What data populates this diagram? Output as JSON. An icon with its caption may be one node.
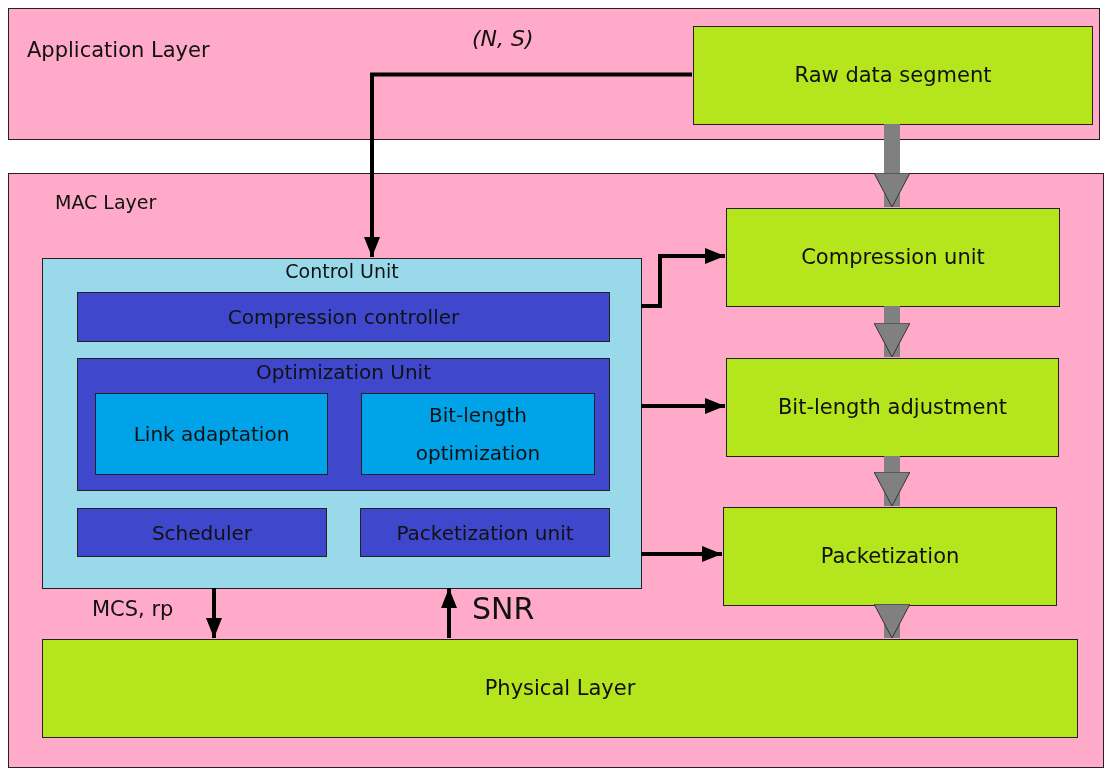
{
  "diagram": {
    "nodes": [
      {
        "text": [
          "Application Layer"
        ]
      },
      {
        "text": [
          "Raw data segment"
        ],
        "in": 0
      },
      {
        "text": [
          "MAC Layer"
        ]
      },
      {
        "text": [
          "Control Unit"
        ],
        "in": 2
      },
      {
        "text": [
          "Compression controller"
        ],
        "in": 3
      },
      {
        "text": [
          "Optimization Unit"
        ],
        "in": 3
      },
      {
        "text": [
          "Link adaptation"
        ],
        "in": 5
      },
      {
        "text": [
          "Bit-length optimization"
        ],
        "in": 5
      },
      {
        "text": [
          "Scheduler"
        ],
        "in": 3
      },
      {
        "text": [
          "Packetization unit"
        ],
        "in": 3
      },
      {
        "text": [
          "Compression unit"
        ],
        "in": 2
      },
      {
        "text": [
          "Bit-length adjustment"
        ],
        "in": 2
      },
      {
        "text": [
          "Packetization"
        ],
        "in": 2
      },
      {
        "text": [
          "Physical Layer"
        ],
        "in": 2
      }
    ],
    "edges": [
      {
        "from": 1,
        "to": 3,
        "arrow": "to",
        "label": "(N, S)"
      },
      {
        "from": 1,
        "to": 10,
        "arrow": "to",
        "style": "thick",
        "color": "#808080"
      },
      {
        "from": 3,
        "to": 10,
        "arrow": "to"
      },
      {
        "from": 3,
        "to": 11,
        "arrow": "to"
      },
      {
        "from": 3,
        "to": 12,
        "arrow": "to"
      },
      {
        "from": 10,
        "to": 11,
        "arrow": "to",
        "style": "thick",
        "color": "#808080"
      },
      {
        "from": 11,
        "to": 12,
        "arrow": "to",
        "style": "thick",
        "color": "#808080"
      },
      {
        "from": 12,
        "to": 13,
        "arrow": "to",
        "style": "thick",
        "color": "#808080"
      },
      {
        "from": 3,
        "to": 13,
        "arrow": "to",
        "label": "MCS, rp"
      },
      {
        "from": 13,
        "to": 3,
        "arrow": "to",
        "label": "SNR"
      }
    ]
  }
}
